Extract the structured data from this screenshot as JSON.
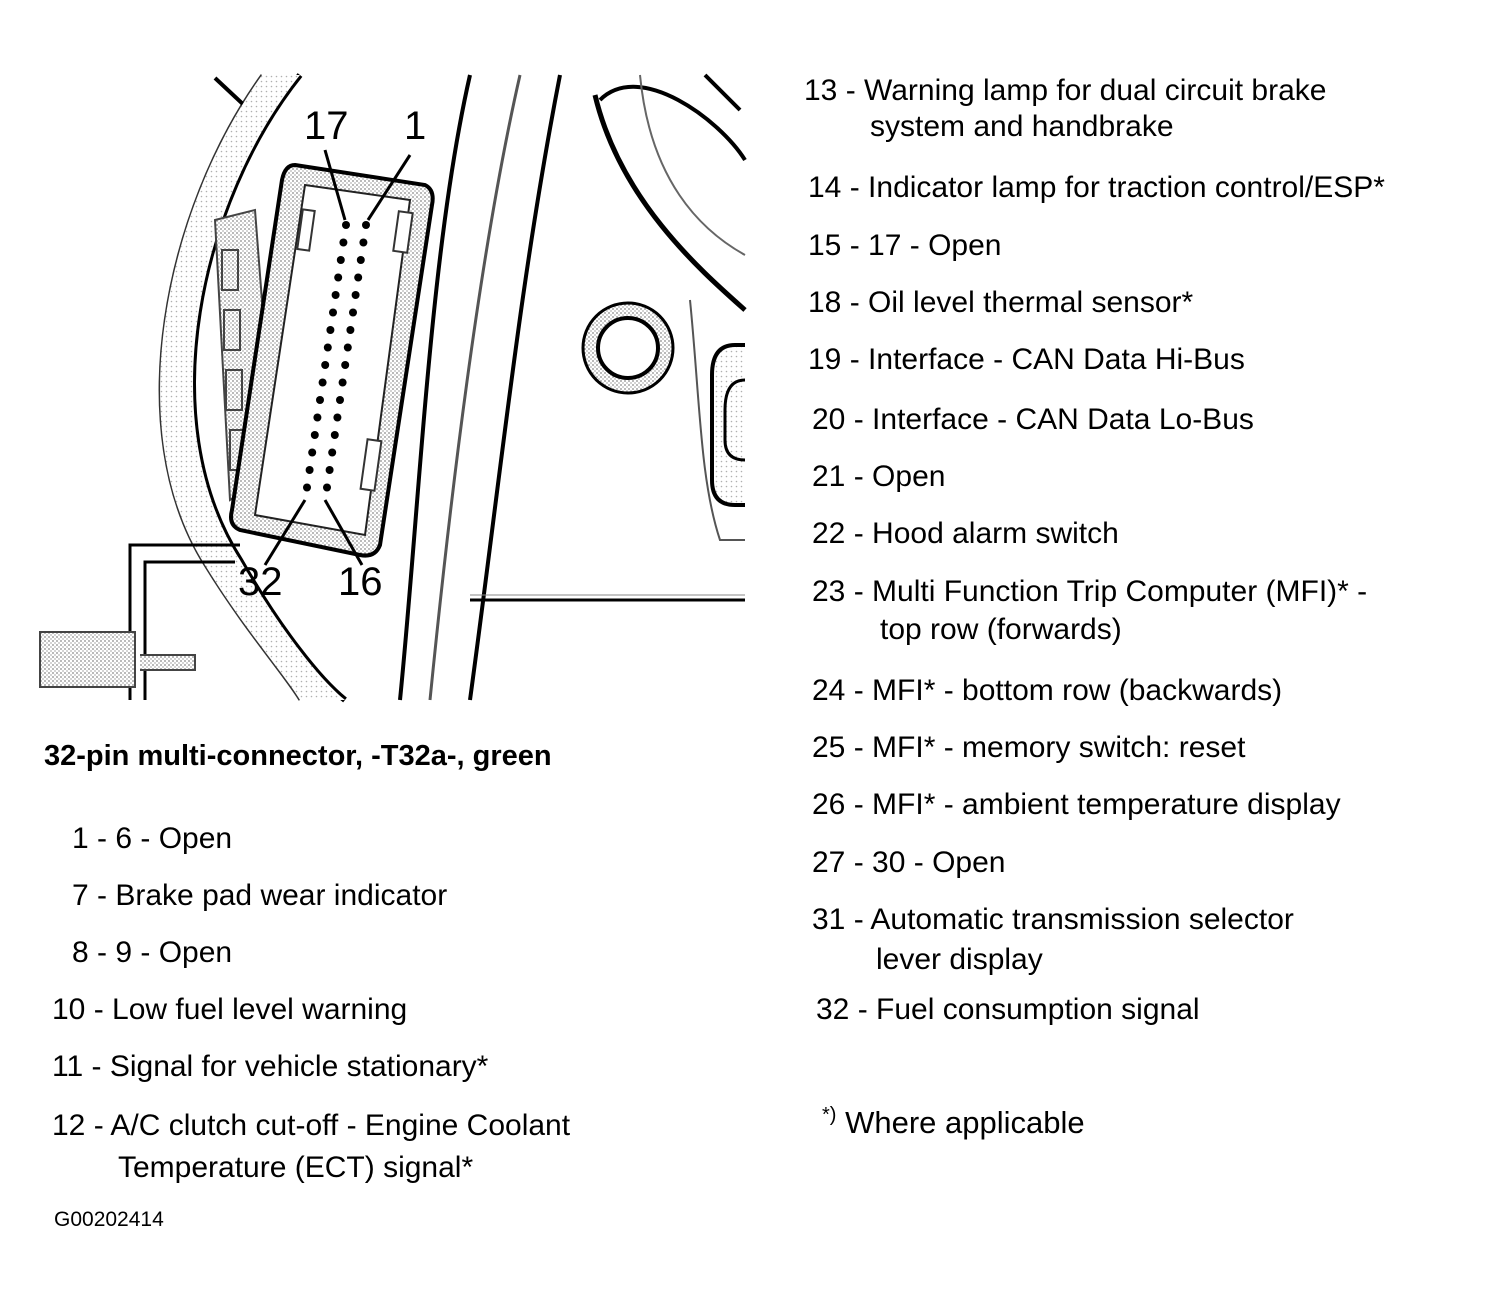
{
  "callouts": {
    "top_left": "17",
    "top_right": "1",
    "bottom_left": "32",
    "bottom_right": "16"
  },
  "connector_title": "32-pin multi-connector, -T32a-, green",
  "pins_left": [
    {
      "num": "1 - 6",
      "text": "Open",
      "cont": ""
    },
    {
      "num": "7",
      "text": "Brake pad wear indicator",
      "cont": ""
    },
    {
      "num": "8 - 9",
      "text": "Open",
      "cont": ""
    },
    {
      "num": "10",
      "text": "Low fuel level warning",
      "cont": ""
    },
    {
      "num": "11",
      "text": "Signal for vehicle stationary*",
      "cont": ""
    },
    {
      "num": "12",
      "text": "A/C clutch cut-off - Engine Coolant",
      "cont": "Temperature (ECT) signal*"
    }
  ],
  "pins_right": [
    {
      "num": "13",
      "text": "Warning lamp for dual circuit brake",
      "cont": "system and handbrake"
    },
    {
      "num": "14",
      "text": "Indicator lamp for traction control/ESP*",
      "cont": ""
    },
    {
      "num": "15 - 17",
      "text": "Open",
      "cont": ""
    },
    {
      "num": "18",
      "text": "Oil level thermal sensor*",
      "cont": ""
    },
    {
      "num": "19",
      "text": "Interface - CAN Data Hi-Bus",
      "cont": ""
    },
    {
      "num": "20",
      "text": "Interface - CAN Data Lo-Bus",
      "cont": ""
    },
    {
      "num": "21",
      "text": "Open",
      "cont": ""
    },
    {
      "num": "22",
      "text": "Hood alarm switch",
      "cont": ""
    },
    {
      "num": "23",
      "text": "Multi Function Trip Computer (MFI)* -",
      "cont": "top row (forwards)"
    },
    {
      "num": "24",
      "text": "MFI* - bottom row (backwards)",
      "cont": ""
    },
    {
      "num": "25",
      "text": "MFI* - memory switch: reset",
      "cont": ""
    },
    {
      "num": "26",
      "text": "MFI* - ambient temperature display",
      "cont": ""
    },
    {
      "num": "27 - 30",
      "text": "Open",
      "cont": ""
    },
    {
      "num": "31",
      "text": "Automatic transmission selector",
      "cont": "lever display"
    },
    {
      "num": "32",
      "text": "Fuel consumption signal",
      "cont": ""
    }
  ],
  "footnote": {
    "mark": "*)",
    "text": "Where applicable"
  },
  "figure_id": "G00202414"
}
